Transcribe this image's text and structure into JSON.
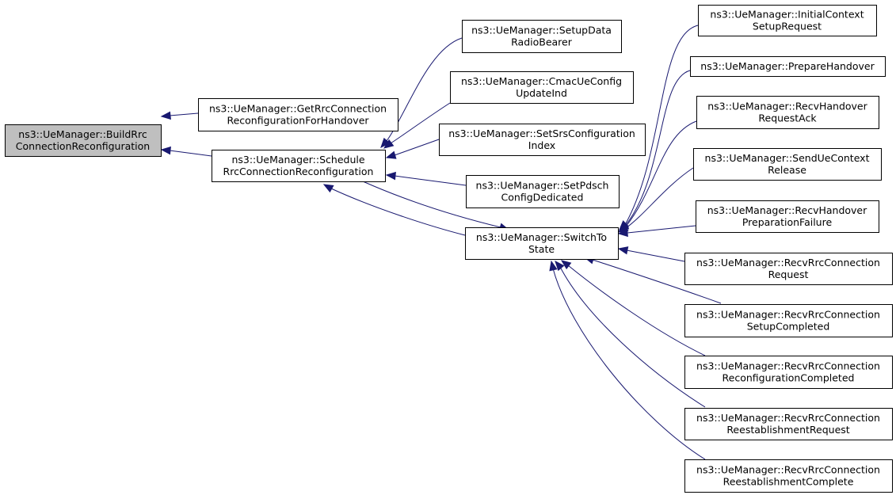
{
  "graph": {
    "colors": {
      "edge": "#191970",
      "root_fill": "#bfbfbf",
      "node_fill": "#ffffff",
      "border": "#000000"
    },
    "nodes": {
      "build": [
        "ns3::UeManager::BuildRrc",
        "ConnectionReconfiguration"
      ],
      "getrrc": [
        "ns3::UeManager::GetRrcConnection",
        "ReconfigurationForHandover"
      ],
      "sched": [
        "ns3::UeManager::Schedule",
        "RrcConnectionReconfiguration"
      ],
      "setupdrb": [
        "ns3::UeManager::SetupData",
        "RadioBearer"
      ],
      "cmac": [
        "ns3::UeManager::CmacUeConfig",
        "UpdateInd"
      ],
      "setsrs": [
        "ns3::UeManager::SetSrsConfiguration",
        "Index"
      ],
      "setpdsch": [
        "ns3::UeManager::SetPdsch",
        "ConfigDedicated"
      ],
      "switch": [
        "ns3::UeManager::SwitchTo",
        "State"
      ],
      "initctx": [
        "ns3::UeManager::InitialContext",
        "SetupRequest"
      ],
      "prephov": [
        "ns3::UeManager::PrepareHandover"
      ],
      "recvhack": [
        "ns3::UeManager::RecvHandover",
        "RequestAck"
      ],
      "senduec": [
        "ns3::UeManager::SendUeContext",
        "Release"
      ],
      "recvhpf": [
        "ns3::UeManager::RecvHandover",
        "PreparationFailure"
      ],
      "rrcreq": [
        "ns3::UeManager::RecvRrcConnection",
        "Request"
      ],
      "rrcsetup": [
        "ns3::UeManager::RecvRrcConnection",
        "SetupCompleted"
      ],
      "rrcreconf": [
        "ns3::UeManager::RecvRrcConnection",
        "ReconfigurationCompleted"
      ],
      "rrcreestreq": [
        "ns3::UeManager::RecvRrcConnection",
        "ReestablishmentRequest"
      ],
      "rrcreestcomp": [
        "ns3::UeManager::RecvRrcConnection",
        "ReestablishmentComplete"
      ]
    },
    "edges": [
      [
        "getrrc",
        "build"
      ],
      [
        "sched",
        "build"
      ],
      [
        "setupdrb",
        "sched"
      ],
      [
        "cmac",
        "sched"
      ],
      [
        "setsrs",
        "sched"
      ],
      [
        "setpdsch",
        "sched"
      ],
      [
        "switch",
        "sched"
      ],
      [
        "sched",
        "switch"
      ],
      [
        "initctx",
        "switch"
      ],
      [
        "prephov",
        "switch"
      ],
      [
        "recvhack",
        "switch"
      ],
      [
        "senduec",
        "switch"
      ],
      [
        "recvhpf",
        "switch"
      ],
      [
        "rrcreq",
        "switch"
      ],
      [
        "rrcsetup",
        "switch"
      ],
      [
        "rrcreconf",
        "switch"
      ],
      [
        "rrcreestreq",
        "switch"
      ],
      [
        "rrcreestcomp",
        "switch"
      ]
    ]
  }
}
